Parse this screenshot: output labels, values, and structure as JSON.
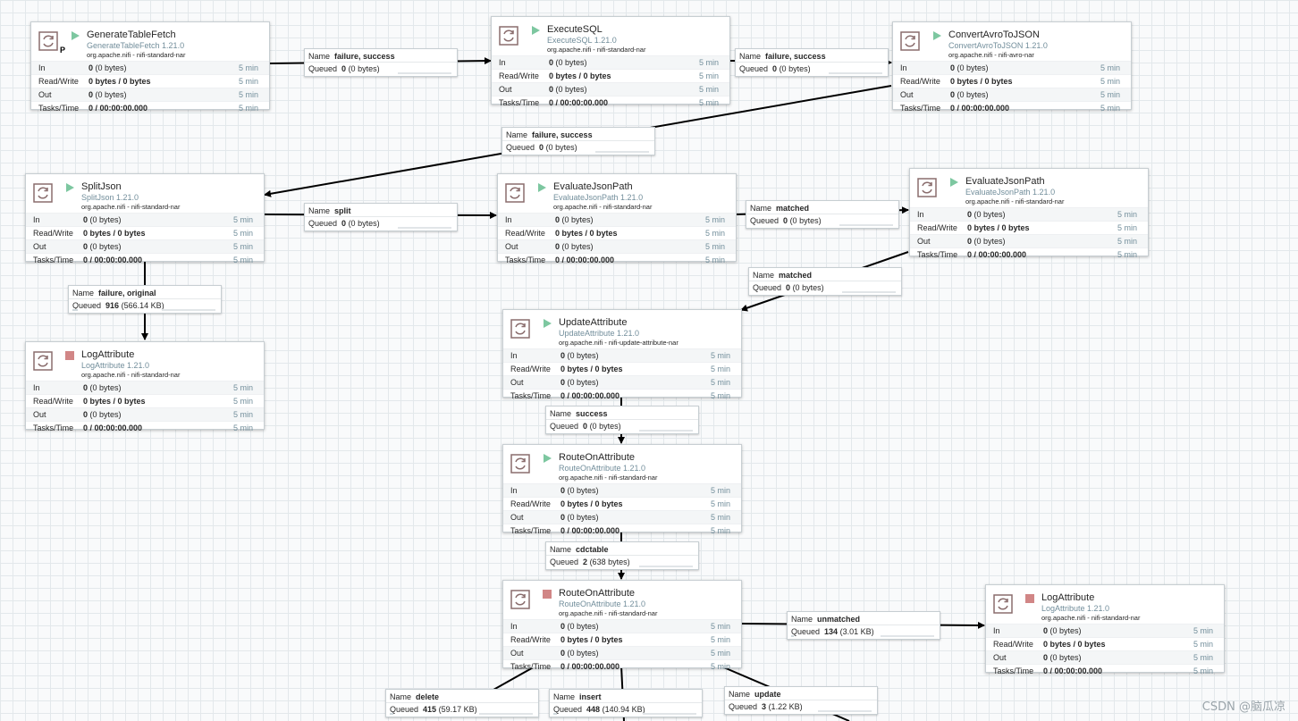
{
  "processors": [
    {
      "id": "generatetablefetch",
      "name": "GenerateTableFetch",
      "type": "GenerateTableFetch 1.21.0",
      "bundle": "org.apache.nifi - nifi-standard-nar",
      "state": "running",
      "primary_badge": "P",
      "stats": [
        {
          "label": "In",
          "value": "0",
          "extra": " (0 bytes)",
          "time": "5 min"
        },
        {
          "label": "Read/Write",
          "value": "0 bytes / 0 bytes",
          "extra": "",
          "time": "5 min"
        },
        {
          "label": "Out",
          "value": "0",
          "extra": " (0 bytes)",
          "time": "5 min"
        },
        {
          "label": "Tasks/Time",
          "value": "0 / 00:00:00.000",
          "extra": "",
          "time": "5 min"
        }
      ]
    },
    {
      "id": "executesql",
      "name": "ExecuteSQL",
      "type": "ExecuteSQL 1.21.0",
      "bundle": "org.apache.nifi - nifi-standard-nar",
      "state": "running",
      "stats": [
        {
          "label": "In",
          "value": "0",
          "extra": " (0 bytes)",
          "time": "5 min"
        },
        {
          "label": "Read/Write",
          "value": "0 bytes / 0 bytes",
          "extra": "",
          "time": "5 min"
        },
        {
          "label": "Out",
          "value": "0",
          "extra": " (0 bytes)",
          "time": "5 min"
        },
        {
          "label": "Tasks/Time",
          "value": "0 / 00:00:00.000",
          "extra": "",
          "time": "5 min"
        }
      ]
    },
    {
      "id": "convertavrotojson",
      "name": "ConvertAvroToJSON",
      "type": "ConvertAvroToJSON 1.21.0",
      "bundle": "org.apache.nifi - nifi-avro-nar",
      "state": "running",
      "stats": [
        {
          "label": "In",
          "value": "0",
          "extra": " (0 bytes)",
          "time": "5 min"
        },
        {
          "label": "Read/Write",
          "value": "0 bytes / 0 bytes",
          "extra": "",
          "time": "5 min"
        },
        {
          "label": "Out",
          "value": "0",
          "extra": " (0 bytes)",
          "time": "5 min"
        },
        {
          "label": "Tasks/Time",
          "value": "0 / 00:00:00.000",
          "extra": "",
          "time": "5 min"
        }
      ]
    },
    {
      "id": "splitjson",
      "name": "SplitJson",
      "type": "SplitJson 1.21.0",
      "bundle": "org.apache.nifi - nifi-standard-nar",
      "state": "running",
      "stats": [
        {
          "label": "In",
          "value": "0",
          "extra": " (0 bytes)",
          "time": "5 min"
        },
        {
          "label": "Read/Write",
          "value": "0 bytes / 0 bytes",
          "extra": "",
          "time": "5 min"
        },
        {
          "label": "Out",
          "value": "0",
          "extra": " (0 bytes)",
          "time": "5 min"
        },
        {
          "label": "Tasks/Time",
          "value": "0 / 00:00:00.000",
          "extra": "",
          "time": "5 min"
        }
      ]
    },
    {
      "id": "evaluatejsonpath1",
      "name": "EvaluateJsonPath",
      "type": "EvaluateJsonPath 1.21.0",
      "bundle": "org.apache.nifi - nifi-standard-nar",
      "state": "running",
      "stats": [
        {
          "label": "In",
          "value": "0",
          "extra": " (0 bytes)",
          "time": "5 min"
        },
        {
          "label": "Read/Write",
          "value": "0 bytes / 0 bytes",
          "extra": "",
          "time": "5 min"
        },
        {
          "label": "Out",
          "value": "0",
          "extra": " (0 bytes)",
          "time": "5 min"
        },
        {
          "label": "Tasks/Time",
          "value": "0 / 00:00:00.000",
          "extra": "",
          "time": "5 min"
        }
      ]
    },
    {
      "id": "evaluatejsonpath2",
      "name": "EvaluateJsonPath",
      "type": "EvaluateJsonPath 1.21.0",
      "bundle": "org.apache.nifi - nifi-standard-nar",
      "state": "running",
      "stats": [
        {
          "label": "In",
          "value": "0",
          "extra": " (0 bytes)",
          "time": "5 min"
        },
        {
          "label": "Read/Write",
          "value": "0 bytes / 0 bytes",
          "extra": "",
          "time": "5 min"
        },
        {
          "label": "Out",
          "value": "0",
          "extra": " (0 bytes)",
          "time": "5 min"
        },
        {
          "label": "Tasks/Time",
          "value": "0 / 00:00:00.000",
          "extra": "",
          "time": "5 min"
        }
      ]
    },
    {
      "id": "logattribute1",
      "name": "LogAttribute",
      "type": "LogAttribute 1.21.0",
      "bundle": "org.apache.nifi - nifi-standard-nar",
      "state": "stopped",
      "stats": [
        {
          "label": "In",
          "value": "0",
          "extra": " (0 bytes)",
          "time": "5 min"
        },
        {
          "label": "Read/Write",
          "value": "0 bytes / 0 bytes",
          "extra": "",
          "time": "5 min"
        },
        {
          "label": "Out",
          "value": "0",
          "extra": " (0 bytes)",
          "time": "5 min"
        },
        {
          "label": "Tasks/Time",
          "value": "0 / 00:00:00.000",
          "extra": "",
          "time": "5 min"
        }
      ]
    },
    {
      "id": "updateattribute",
      "name": "UpdateAttribute",
      "type": "UpdateAttribute 1.21.0",
      "bundle": "org.apache.nifi - nifi-update-attribute-nar",
      "state": "running",
      "stats": [
        {
          "label": "In",
          "value": "0",
          "extra": " (0 bytes)",
          "time": "5 min"
        },
        {
          "label": "Read/Write",
          "value": "0 bytes / 0 bytes",
          "extra": "",
          "time": "5 min"
        },
        {
          "label": "Out",
          "value": "0",
          "extra": " (0 bytes)",
          "time": "5 min"
        },
        {
          "label": "Tasks/Time",
          "value": "0 / 00:00:00.000",
          "extra": "",
          "time": "5 min"
        }
      ]
    },
    {
      "id": "routeonattribute1",
      "name": "RouteOnAttribute",
      "type": "RouteOnAttribute 1.21.0",
      "bundle": "org.apache.nifi - nifi-standard-nar",
      "state": "running",
      "stats": [
        {
          "label": "In",
          "value": "0",
          "extra": " (0 bytes)",
          "time": "5 min"
        },
        {
          "label": "Read/Write",
          "value": "0 bytes / 0 bytes",
          "extra": "",
          "time": "5 min"
        },
        {
          "label": "Out",
          "value": "0",
          "extra": " (0 bytes)",
          "time": "5 min"
        },
        {
          "label": "Tasks/Time",
          "value": "0 / 00:00:00.000",
          "extra": "",
          "time": "5 min"
        }
      ]
    },
    {
      "id": "routeonattribute2",
      "name": "RouteOnAttribute",
      "type": "RouteOnAttribute 1.21.0",
      "bundle": "org.apache.nifi - nifi-standard-nar",
      "state": "stopped",
      "stats": [
        {
          "label": "In",
          "value": "0",
          "extra": " (0 bytes)",
          "time": "5 min"
        },
        {
          "label": "Read/Write",
          "value": "0 bytes / 0 bytes",
          "extra": "",
          "time": "5 min"
        },
        {
          "label": "Out",
          "value": "0",
          "extra": " (0 bytes)",
          "time": "5 min"
        },
        {
          "label": "Tasks/Time",
          "value": "0 / 00:00:00.000",
          "extra": "",
          "time": "5 min"
        }
      ]
    },
    {
      "id": "logattribute2",
      "name": "LogAttribute",
      "type": "LogAttribute 1.21.0",
      "bundle": "org.apache.nifi - nifi-standard-nar",
      "state": "stopped",
      "stats": [
        {
          "label": "In",
          "value": "0",
          "extra": " (0 bytes)",
          "time": "5 min"
        },
        {
          "label": "Read/Write",
          "value": "0 bytes / 0 bytes",
          "extra": "",
          "time": "5 min"
        },
        {
          "label": "Out",
          "value": "0",
          "extra": " (0 bytes)",
          "time": "5 min"
        },
        {
          "label": "Tasks/Time",
          "value": "0 / 00:00:00.000",
          "extra": "",
          "time": "5 min"
        }
      ]
    }
  ],
  "connections": [
    {
      "id": "c1",
      "name_label": "Name",
      "name": "failure, success",
      "queued_label": "Queued",
      "count": "0",
      "size": " (0 bytes)",
      "fill_fraction": 0
    },
    {
      "id": "c2",
      "name_label": "Name",
      "name": "failure, success",
      "queued_label": "Queued",
      "count": "0",
      "size": " (0 bytes)",
      "fill_fraction": 0
    },
    {
      "id": "c3",
      "name_label": "Name",
      "name": "failure, success",
      "queued_label": "Queued",
      "count": "0",
      "size": " (0 bytes)",
      "fill_fraction": 0
    },
    {
      "id": "c4",
      "name_label": "Name",
      "name": "split",
      "queued_label": "Queued",
      "count": "0",
      "size": " (0 bytes)",
      "fill_fraction": 0
    },
    {
      "id": "c5",
      "name_label": "Name",
      "name": "matched",
      "queued_label": "Queued",
      "count": "0",
      "size": " (0 bytes)",
      "fill_fraction": 0
    },
    {
      "id": "c6",
      "name_label": "Name",
      "name": "failure, original",
      "queued_label": "Queued",
      "count": "916",
      "size": " (566.14 KB)",
      "fill_fraction": 0.04
    },
    {
      "id": "c7",
      "name_label": "Name",
      "name": "matched",
      "queued_label": "Queued",
      "count": "0",
      "size": " (0 bytes)",
      "fill_fraction": 0
    },
    {
      "id": "c8",
      "name_label": "Name",
      "name": "success",
      "queued_label": "Queued",
      "count": "0",
      "size": " (0 bytes)",
      "fill_fraction": 0
    },
    {
      "id": "c9",
      "name_label": "Name",
      "name": "cdctable",
      "queued_label": "Queued",
      "count": "2",
      "size": " (638 bytes)",
      "fill_fraction": 0
    },
    {
      "id": "c10",
      "name_label": "Name",
      "name": "unmatched",
      "queued_label": "Queued",
      "count": "134",
      "size": " (3.01 KB)",
      "fill_fraction": 0.01
    },
    {
      "id": "c11",
      "name_label": "Name",
      "name": "delete",
      "queued_label": "Queued",
      "count": "415",
      "size": " (59.17 KB)",
      "fill_fraction": 0.02
    },
    {
      "id": "c12",
      "name_label": "Name",
      "name": "insert",
      "queued_label": "Queued",
      "count": "448",
      "size": " (140.94 KB)",
      "fill_fraction": 0.02
    },
    {
      "id": "c13",
      "name_label": "Name",
      "name": "update",
      "queued_label": "Queued",
      "count": "3",
      "size": " (1.22 KB)",
      "fill_fraction": 0
    }
  ],
  "colors": {
    "running": "#7dc7a0",
    "stopped": "#d18686",
    "accent": "#728e9b"
  },
  "watermark": "CSDN @脑瓜凉"
}
